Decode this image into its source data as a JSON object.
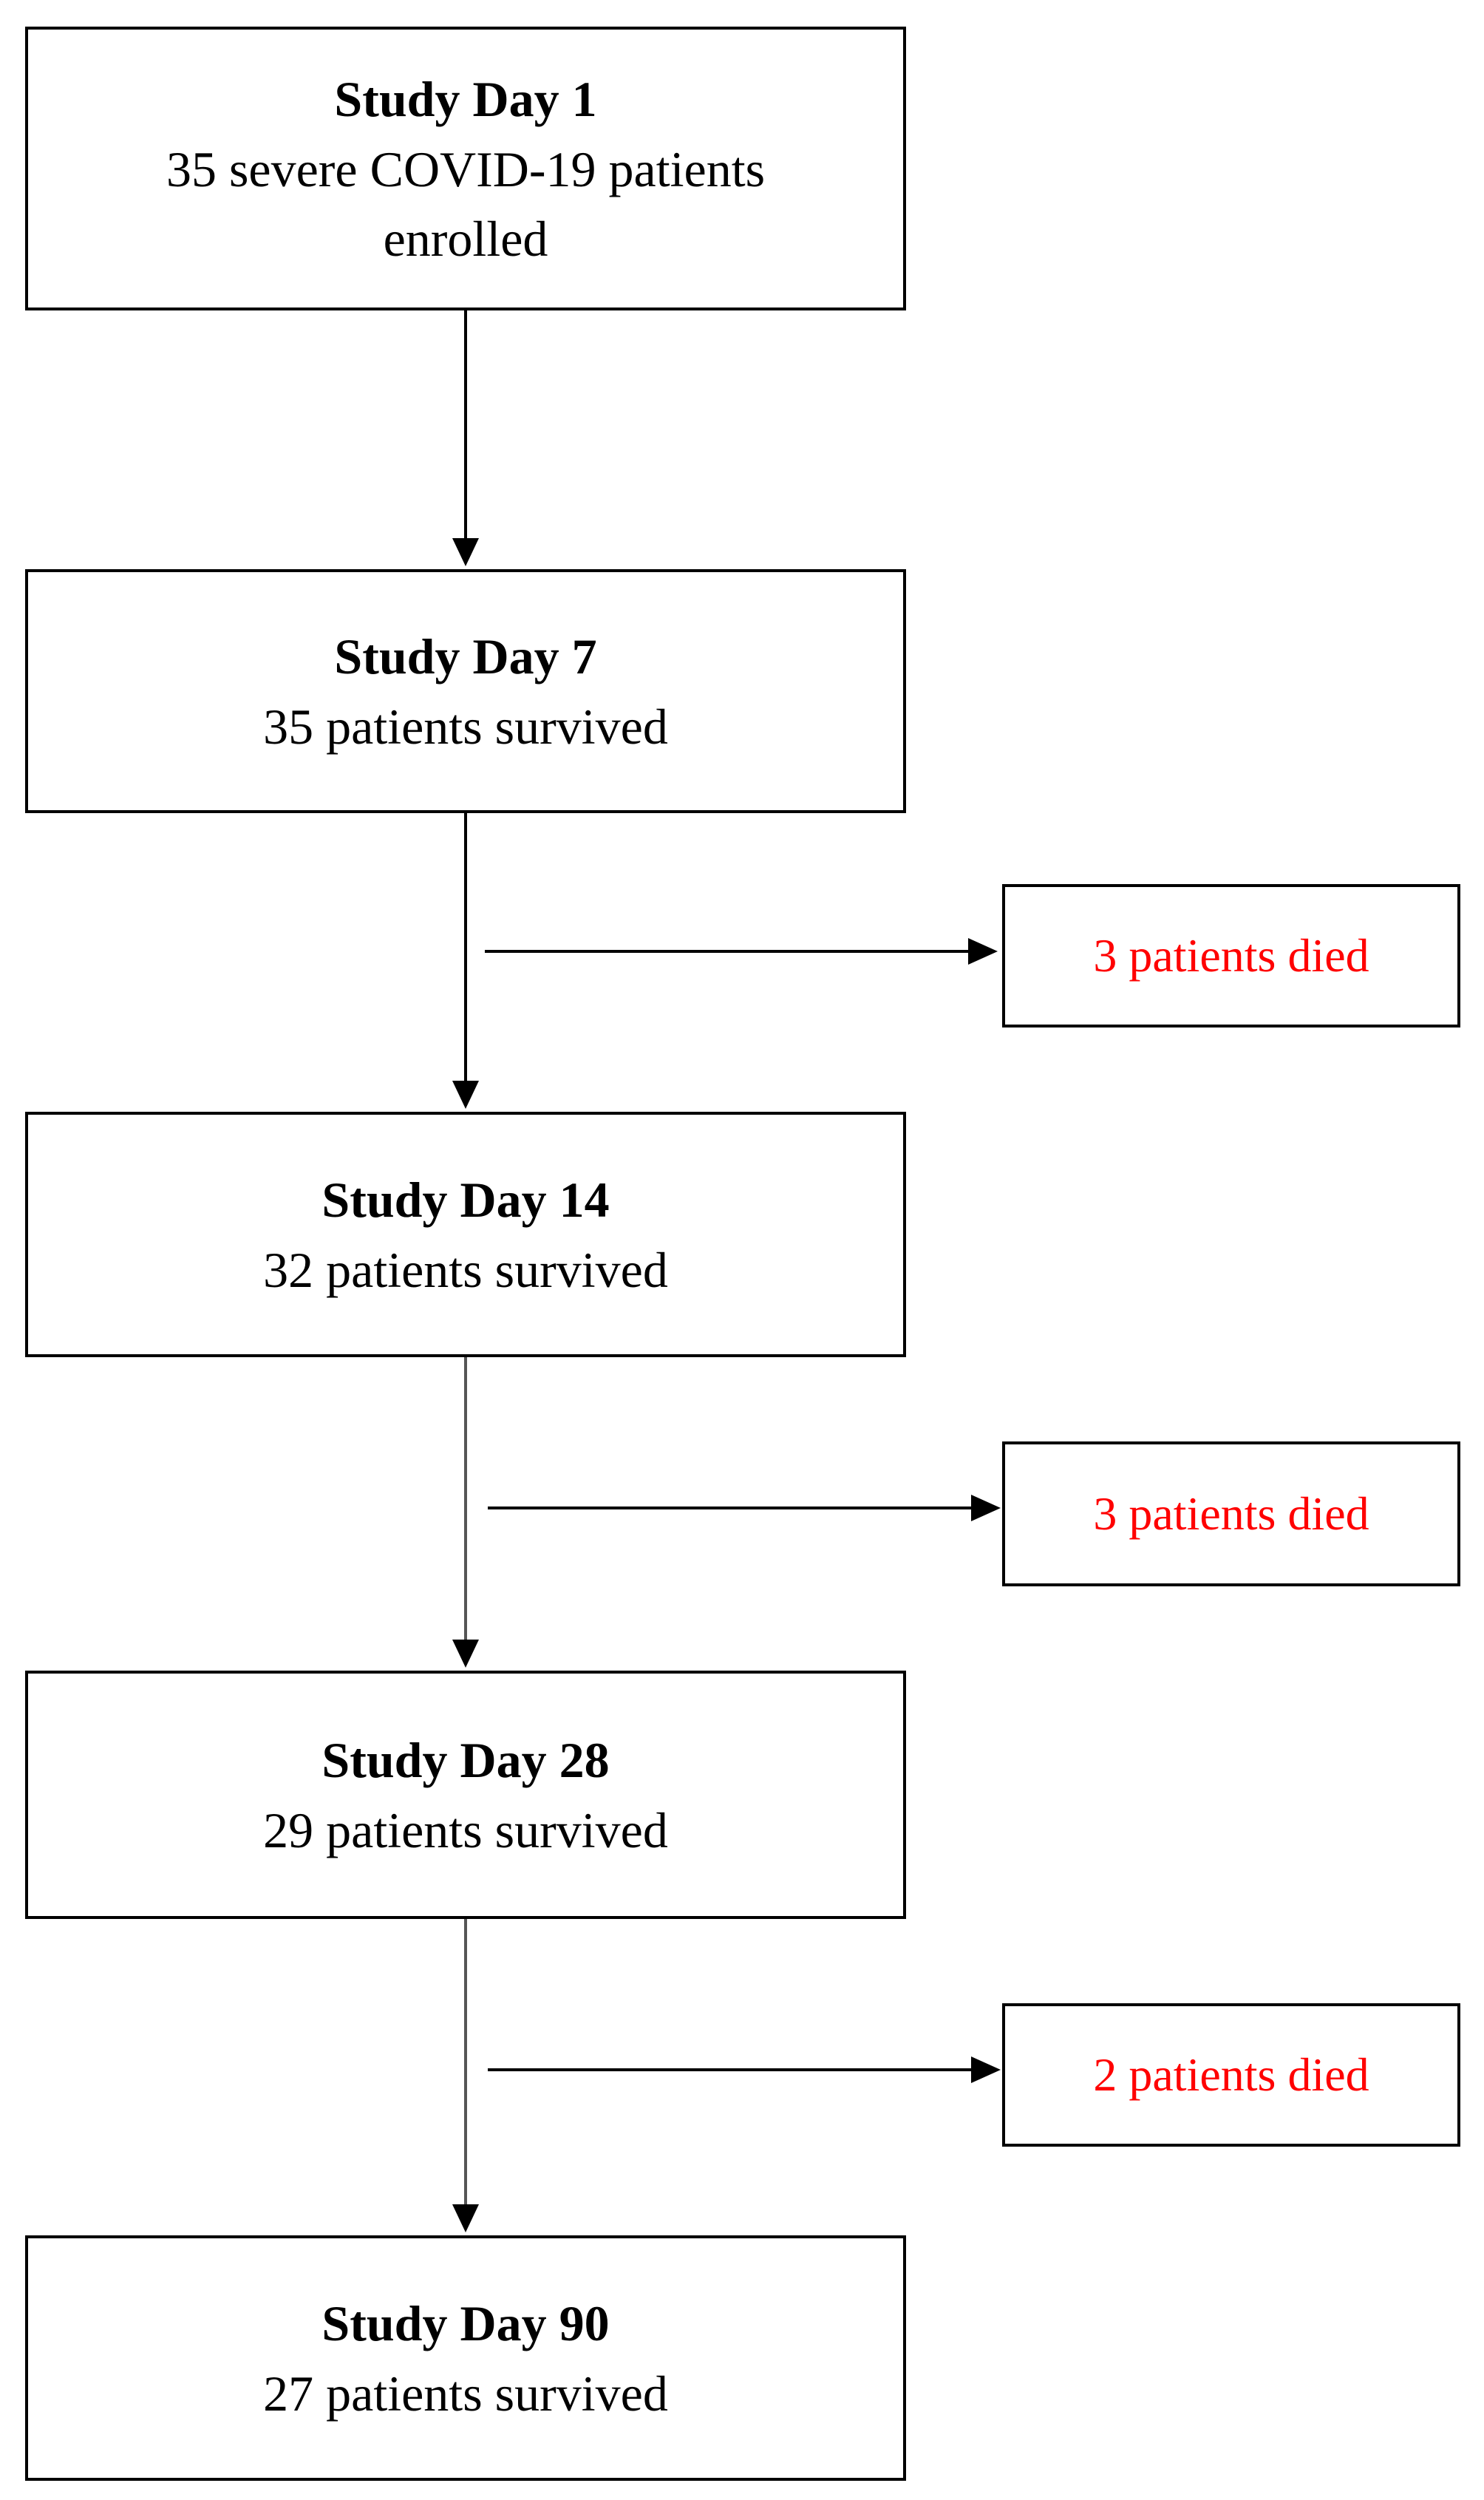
{
  "colors": {
    "line": "#000000",
    "death_text": "#ff0000"
  },
  "stages": [
    {
      "title": "Study  Day 1",
      "lines": [
        "35 severe  COVID-19 patients",
        "enrolled"
      ]
    },
    {
      "title": "Study  Day 7",
      "lines": [
        "35 patients  survived"
      ]
    },
    {
      "title": "Study  Day 14",
      "lines": [
        "32 patients  survived"
      ]
    },
    {
      "title": "Study  Day 28",
      "lines": [
        "29 patients  survived"
      ]
    },
    {
      "title": "Study  Day 90",
      "lines": [
        "27 patients  survived"
      ]
    }
  ],
  "deaths": [
    {
      "label": "3 patients  died"
    },
    {
      "label": "3 patients  died"
    },
    {
      "label": "2 patients  died"
    }
  ]
}
